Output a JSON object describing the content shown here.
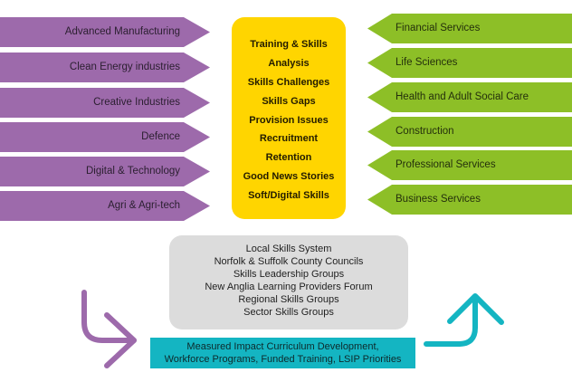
{
  "diagram": {
    "left_sectors": [
      {
        "label": "Advanced Manufacturing"
      },
      {
        "label": "Clean Energy industries"
      },
      {
        "label": "Creative Industries"
      },
      {
        "label": "Defence"
      },
      {
        "label": "Digital & Technology"
      },
      {
        "label": "Agri & Agri-tech"
      }
    ],
    "right_sectors": [
      {
        "label": "Financial Services"
      },
      {
        "label": "Life Sciences"
      },
      {
        "label": "Health and Adult Social Care"
      },
      {
        "label": "Construction"
      },
      {
        "label": "Professional Services"
      },
      {
        "label": "Business Services"
      }
    ],
    "center_topics": [
      "Training & Skills",
      "Analysis",
      "Skills Challenges",
      "Skills Gaps",
      "Provision Issues",
      "Recruitment",
      "Retention",
      "Good News Stories",
      "Soft/Digital Skills"
    ],
    "skills_system": [
      "Local Skills System",
      "Norfolk & Suffolk County Councils",
      "Skills Leadership Groups",
      "New Anglia Learning Providers Forum",
      "Regional Skills Groups",
      "Sector Skills Groups"
    ],
    "outcomes": [
      "Measured Impact Curriculum Development,",
      "Workforce Programs, Funded Training, LSIP Priorities"
    ],
    "colors": {
      "left_sectors": "#9d6aab",
      "right_sectors": "#8dbf27",
      "center_topics": "#ffd500",
      "skills_system": "#dcdcdc",
      "outcomes": "#14b5c2",
      "input_arrow": "#9d6aab",
      "output_arrow": "#14b5c2"
    },
    "icons": {
      "input_arrow": "curved-arrow-down-right-icon",
      "output_arrow": "curved-arrow-right-up-icon"
    }
  }
}
